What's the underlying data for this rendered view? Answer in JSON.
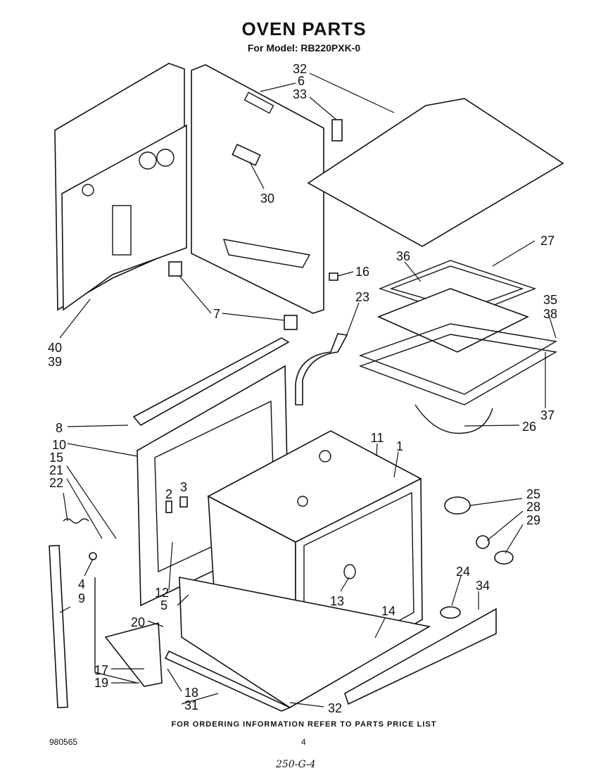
{
  "header": {
    "title": "OVEN PARTS",
    "model": "For Model: RB220PXK-0"
  },
  "footer": {
    "ordering_note": "FOR ORDERING INFORMATION REFER TO PARTS PRICE LIST",
    "document_number": "980565",
    "page_number": "4",
    "handwritten_note": "250-G-4"
  },
  "callouts": [
    "32",
    "6",
    "33",
    "30",
    "27",
    "36",
    "16",
    "35",
    "38",
    "7",
    "23",
    "40",
    "39",
    "37",
    "26",
    "8",
    "10",
    "11",
    "1",
    "15",
    "21",
    "22",
    "2",
    "3",
    "25",
    "28",
    "29",
    "4",
    "9",
    "12",
    "5",
    "13",
    "24",
    "34",
    "14",
    "20",
    "17",
    "19",
    "18",
    "31",
    "32"
  ]
}
